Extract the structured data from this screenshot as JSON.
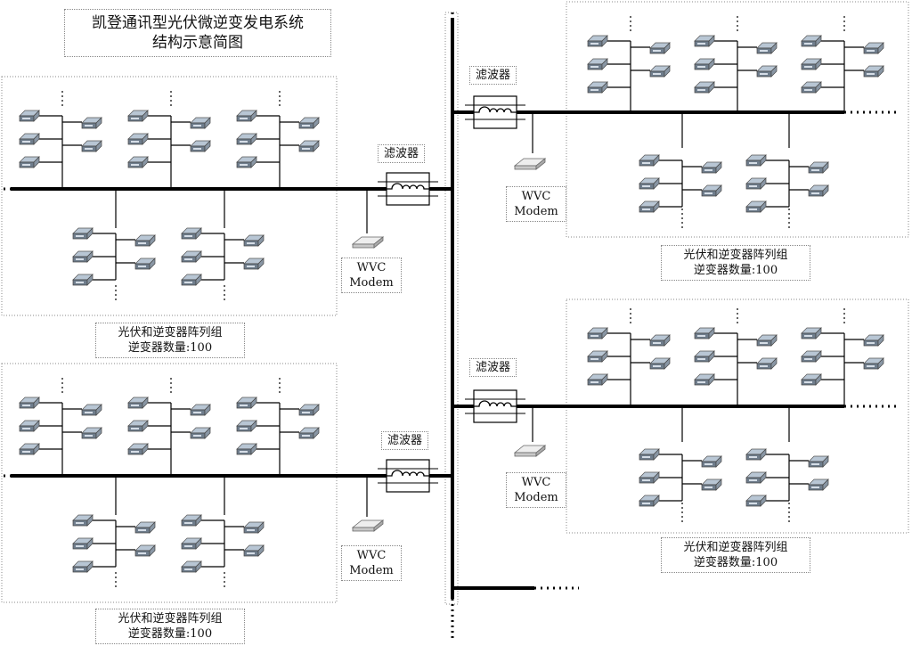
{
  "title": {
    "line1": "凯登通讯型光伏微逆变发电系统",
    "line2": "结构示意简图"
  },
  "filter_label": "滤波器",
  "modem_label": {
    "line1": "WVC",
    "line2": "Modem"
  },
  "group_label": {
    "line1": "光伏和逆变器阵列组",
    "line2": "逆变器数量:100"
  },
  "colors": {
    "wire": "#000000",
    "panel_dark": "#6f7d8c",
    "panel_light": "#b8c6d4",
    "frame": "#9a9a9a"
  }
}
